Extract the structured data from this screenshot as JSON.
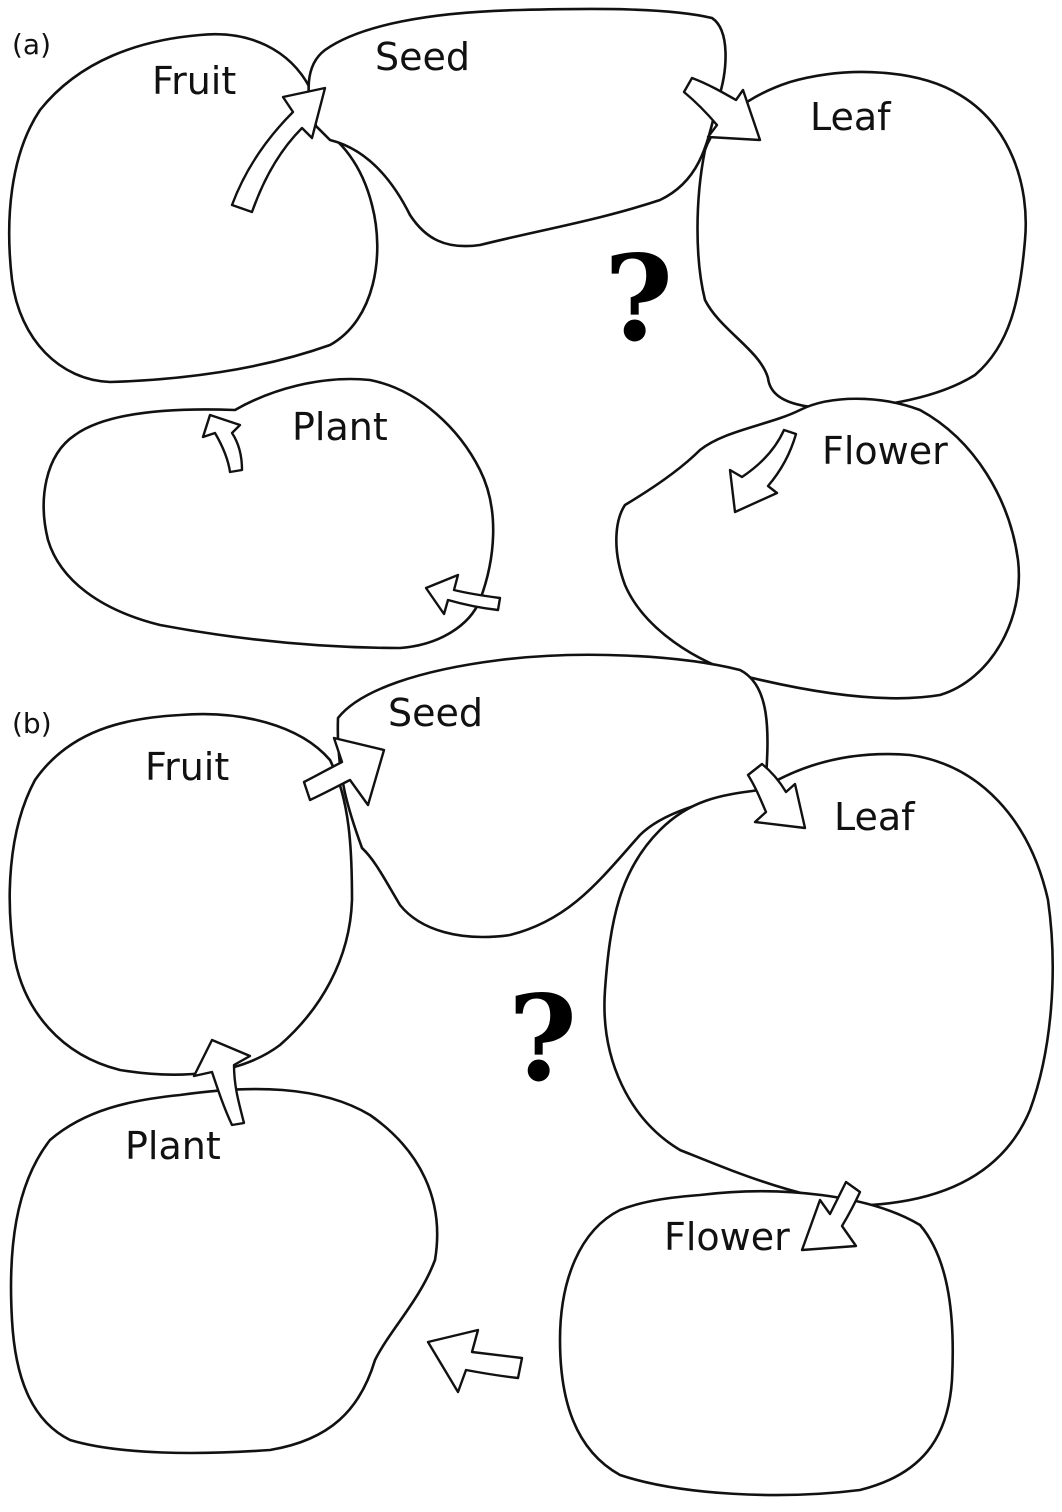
{
  "panels": {
    "a": {
      "label": "(a)",
      "nodes": {
        "fruit": "Fruit",
        "seed": "Seed",
        "leaf": "Leaf",
        "flower": "Flower",
        "plant": "Plant"
      },
      "question": "?"
    },
    "b": {
      "label": "(b)",
      "nodes": {
        "fruit": "Fruit",
        "seed": "Seed",
        "leaf": "Leaf",
        "flower": "Flower",
        "plant": "Plant"
      },
      "question": "?"
    }
  },
  "colors": {
    "ink": "#111111",
    "background": "#ffffff"
  },
  "icons": {
    "arrow": "hollow-arrow-icon",
    "question": "question-mark-icon"
  }
}
